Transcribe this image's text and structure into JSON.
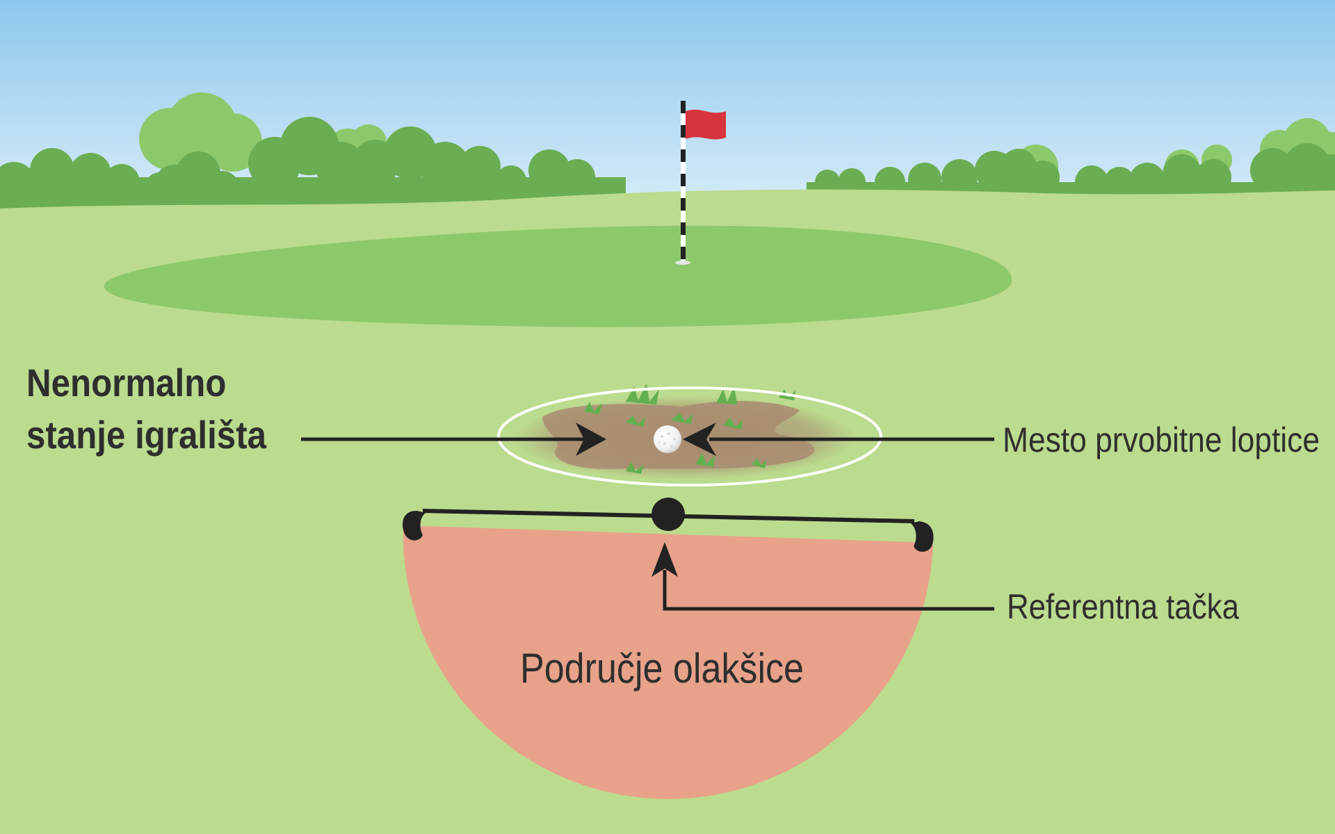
{
  "labels": {
    "abnormal_condition_line1": "Nenormalno",
    "abnormal_condition_line2": "stanje igrališta",
    "original_ball_spot": "Mesto prvobitne loptice",
    "reference_point": "Referentna tačka",
    "relief_area": "Područje olakšice"
  },
  "colors": {
    "sky_top": "#8ec7ee",
    "sky_bottom": "#d4ebf7",
    "fairway": "#bbdb8e",
    "green": "#8cc96b",
    "trees_dark": "#6aad52",
    "trees_light": "#8cc96b",
    "flag": "#d8343b",
    "mud": "#a98b70",
    "relief_area": "#e8a28a",
    "ink": "#222222",
    "circle": "#ffffff"
  }
}
